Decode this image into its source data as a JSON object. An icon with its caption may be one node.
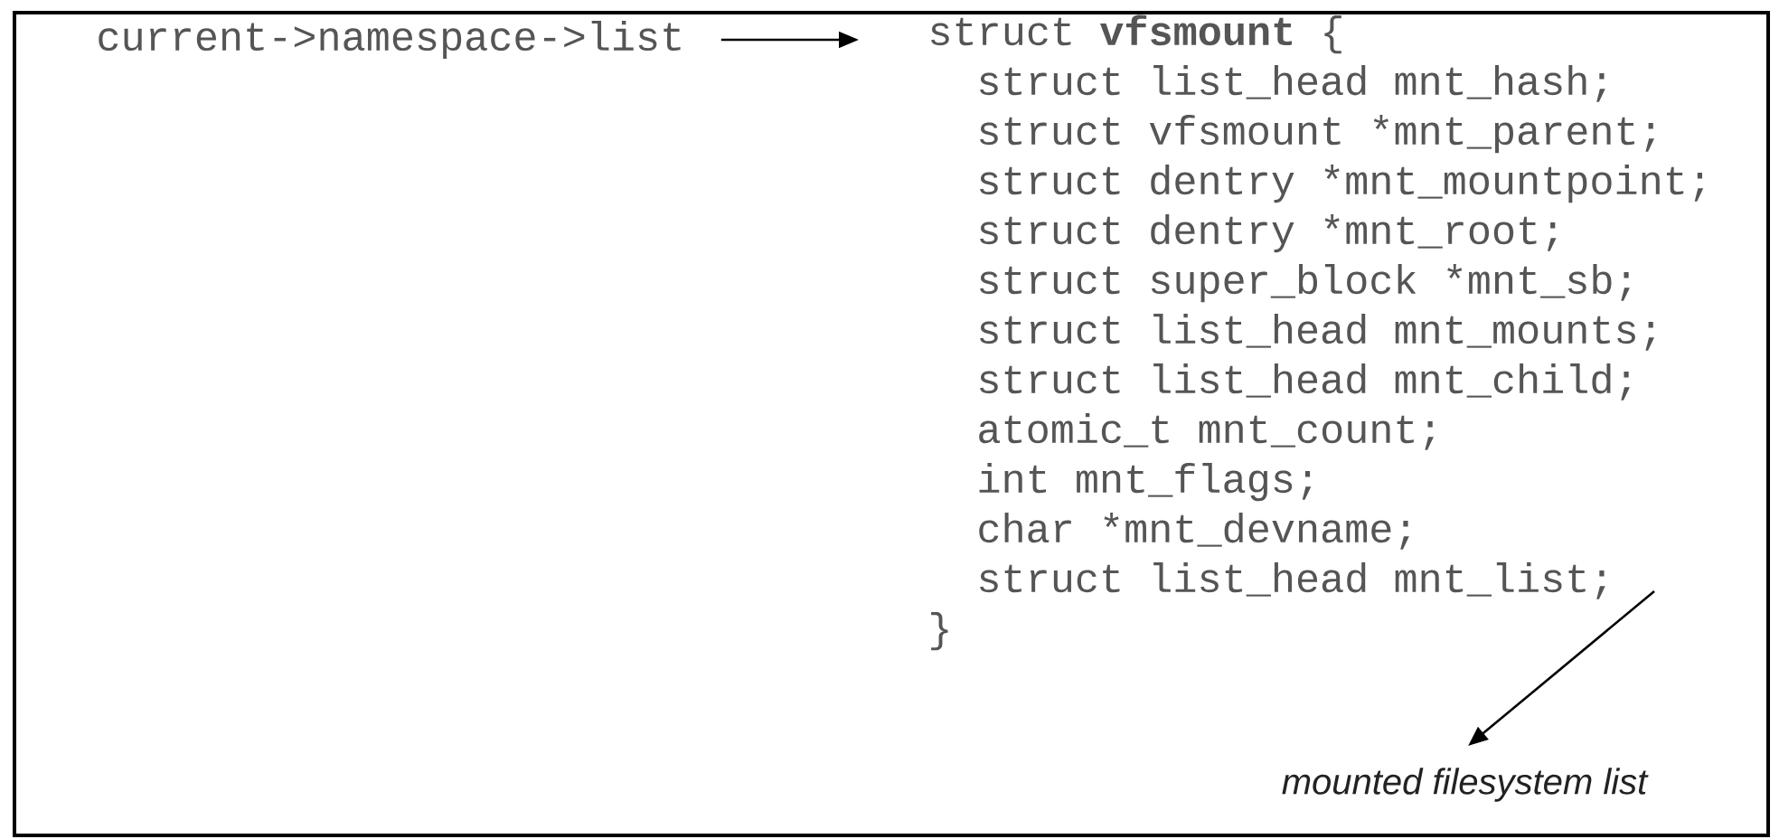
{
  "diagram": {
    "nodes": [
      {
        "text": [
          "current->namespace->list"
        ]
      },
      {
        "text": [
          "struct **vfsmount** {",
          "struct list_head mnt_hash;",
          "struct vfsmount *mnt_parent;",
          "struct dentry *mnt_mountpoint;",
          "struct dentry *mnt_root;",
          "struct super_block *mnt_sb;",
          "struct list_head mnt_mounts;",
          "struct list_head mnt_child;",
          "atomic_t mnt_count;",
          "int mnt_flags;",
          "char *mnt_devname;",
          "struct list_head mnt_list;",
          "}"
        ]
      },
      {
        "text": [
          "mounted filesystem list"
        ]
      }
    ],
    "edges": [
      {
        "from": 0,
        "to": 1,
        "arrow": "to"
      },
      {
        "from": 1,
        "to": 2,
        "arrow": "to"
      }
    ]
  }
}
